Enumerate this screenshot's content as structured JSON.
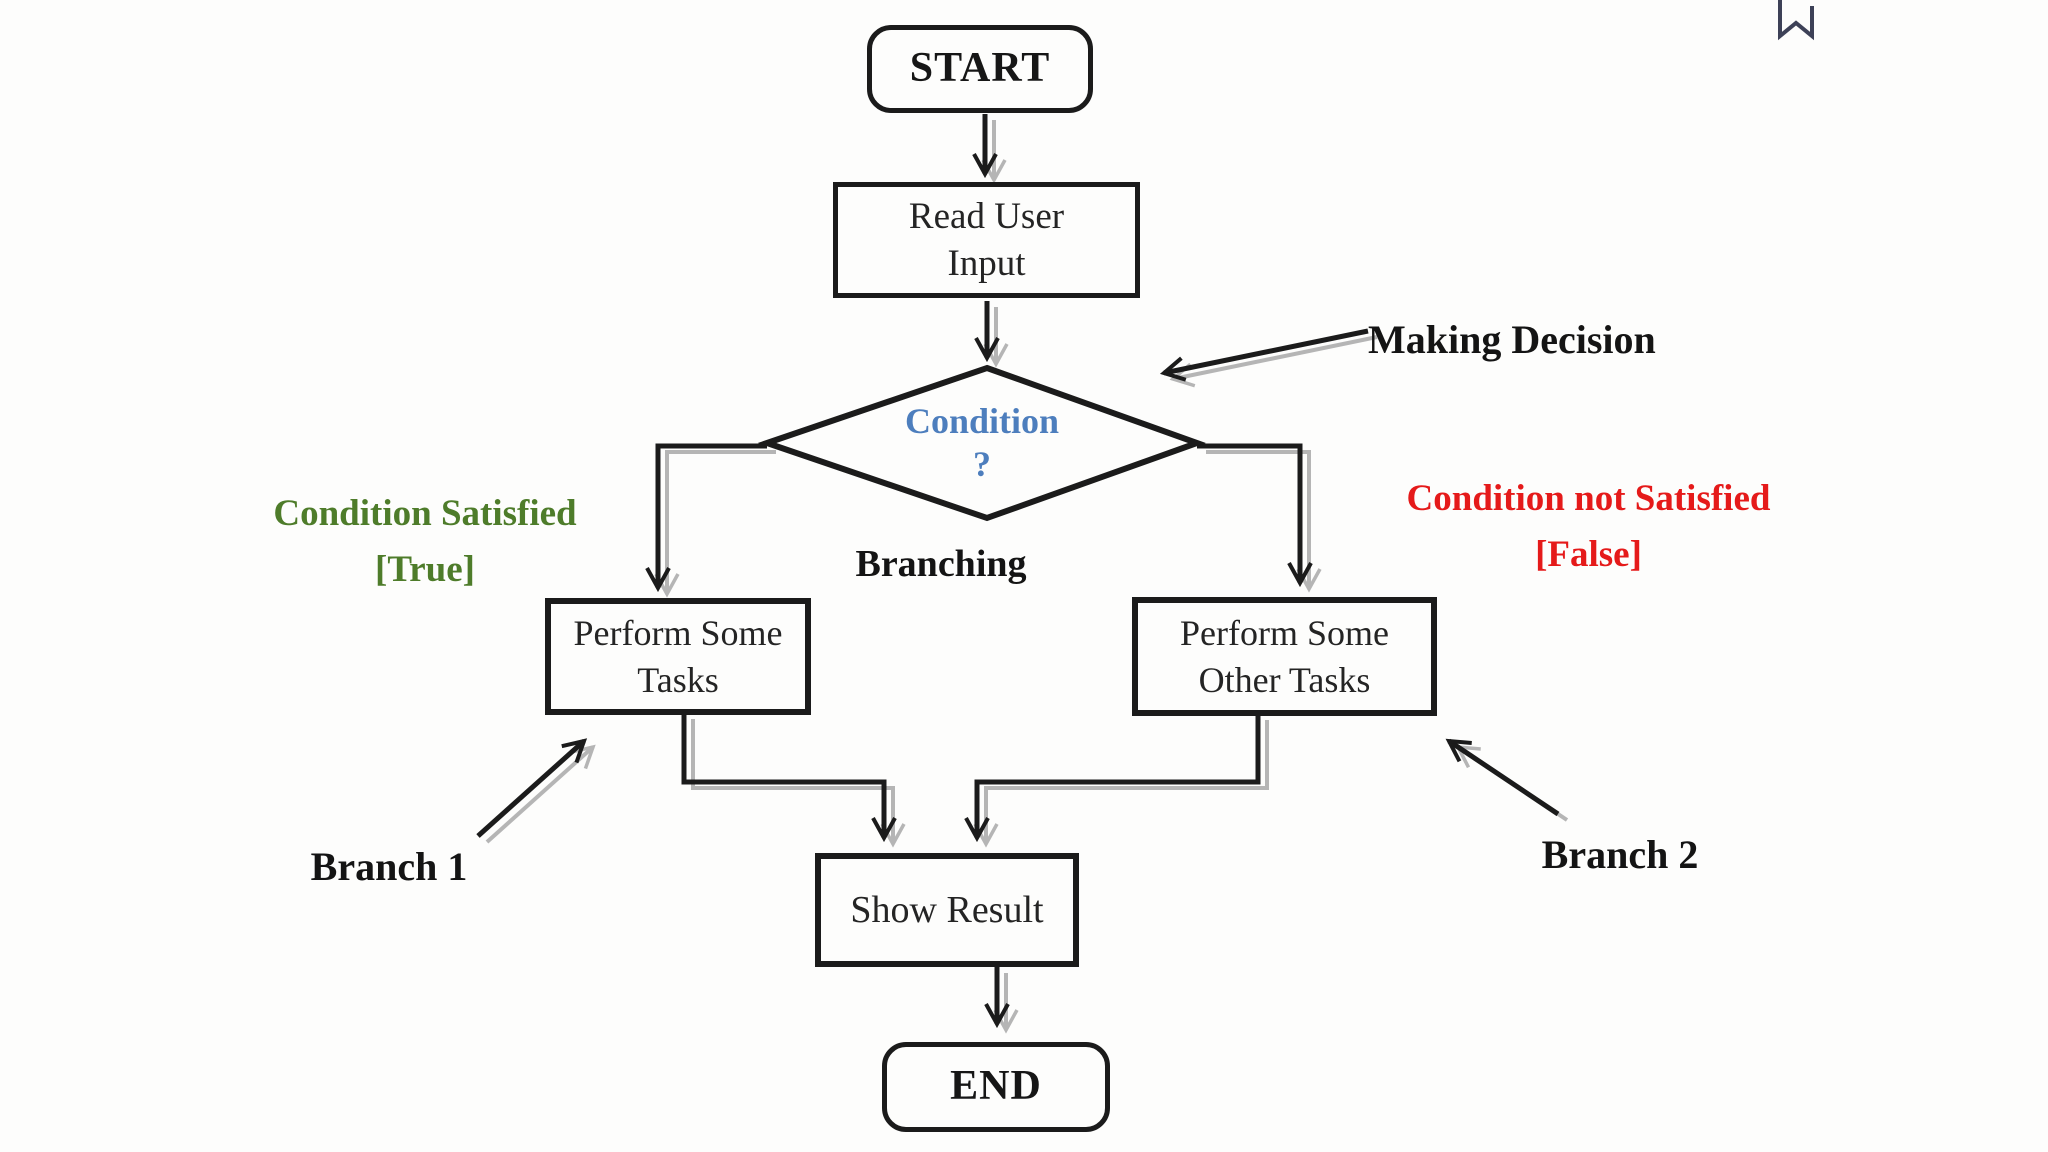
{
  "diagram": {
    "title": "Branching flowchart",
    "type": "flowchart"
  },
  "nodes": {
    "start": {
      "label": "START"
    },
    "read_input": {
      "line1": "Read User",
      "line2": "Input"
    },
    "condition": {
      "line1": "Condition",
      "line2": "?"
    },
    "task_true": {
      "line1": "Perform Some",
      "line2": "Tasks"
    },
    "task_false": {
      "line1": "Perform Some",
      "line2": "Other Tasks"
    },
    "show_result": {
      "label": "Show Result"
    },
    "end": {
      "label": "END"
    }
  },
  "annotations": {
    "making_decision": "Making Decision",
    "branching": "Branching",
    "true_label": {
      "line1": "Condition Satisfied",
      "line2": "[True]"
    },
    "false_label": {
      "line1": "Condition not Satisfied",
      "line2": "[False]"
    },
    "branch1": "Branch 1",
    "branch2": "Branch 2"
  },
  "colors": {
    "line": "#1b1b1b",
    "line_shadow": "#b5b5b5",
    "condition_text": "#4d7ebd",
    "true_text": "#4e7c2a",
    "false_text": "#e51a1a",
    "bookmark_icon": "#3d4157",
    "background": "#fdfdfc"
  },
  "icons": {
    "bookmark": "bookmark-icon"
  }
}
